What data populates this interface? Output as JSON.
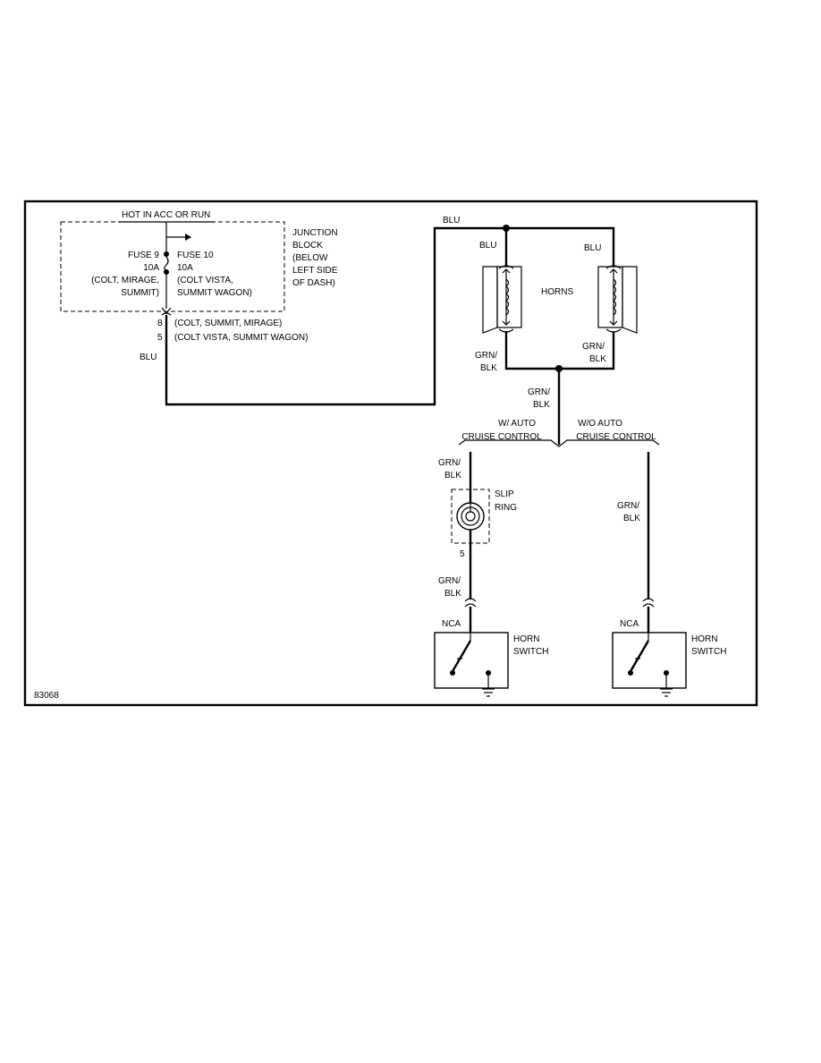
{
  "figure_id": "83068",
  "junction_block": {
    "hot_label": "HOT IN ACC OR RUN",
    "name_lines": [
      "JUNCTION",
      "BLOCK",
      "(BELOW",
      "LEFT SIDE",
      "OF DASH)"
    ],
    "fuse9_lines": [
      "FUSE 9",
      "10A",
      "(COLT, MIRAGE,",
      "SUMMIT)"
    ],
    "fuse10_lines": [
      "FUSE 10",
      "10A",
      "(COLT VISTA,",
      "SUMMIT WAGON)"
    ],
    "pin8": "8",
    "pin8_desc": "(COLT, SUMMIT, MIRAGE)",
    "pin5": "5",
    "pin5_desc": "(COLT VISTA, SUMMIT WAGON)"
  },
  "wires": {
    "blu_feed": "BLU",
    "blu_top": "BLU",
    "blu_left_horn": "BLU",
    "blu_right_horn": "BLU",
    "grn_blk_left_horn": [
      "GRN/",
      "BLK"
    ],
    "grn_blk_right_horn": [
      "GRN/",
      "BLK"
    ],
    "grn_blk_common": [
      "GRN/",
      "BLK"
    ],
    "grn_blk_cruise_upper": [
      "GRN/",
      "BLK"
    ],
    "grn_blk_cruise_lower": [
      "GRN/",
      "BLK"
    ],
    "grn_blk_no_cruise": [
      "GRN/",
      "BLK"
    ]
  },
  "horns_label": "HORNS",
  "branches": {
    "with_cruise": [
      "W/ AUTO",
      "CRUISE CONTROL"
    ],
    "without_cruise": [
      "W/O AUTO",
      "CRUISE CONTROL"
    ]
  },
  "slip_ring": {
    "lines": [
      "SLIP",
      "RING"
    ],
    "pin": "5"
  },
  "horn_switch_left": {
    "nca": "NCA",
    "lines": [
      "HORN",
      "SWITCH"
    ]
  },
  "horn_switch_right": {
    "nca": "NCA",
    "lines": [
      "HORN",
      "SWITCH"
    ]
  }
}
